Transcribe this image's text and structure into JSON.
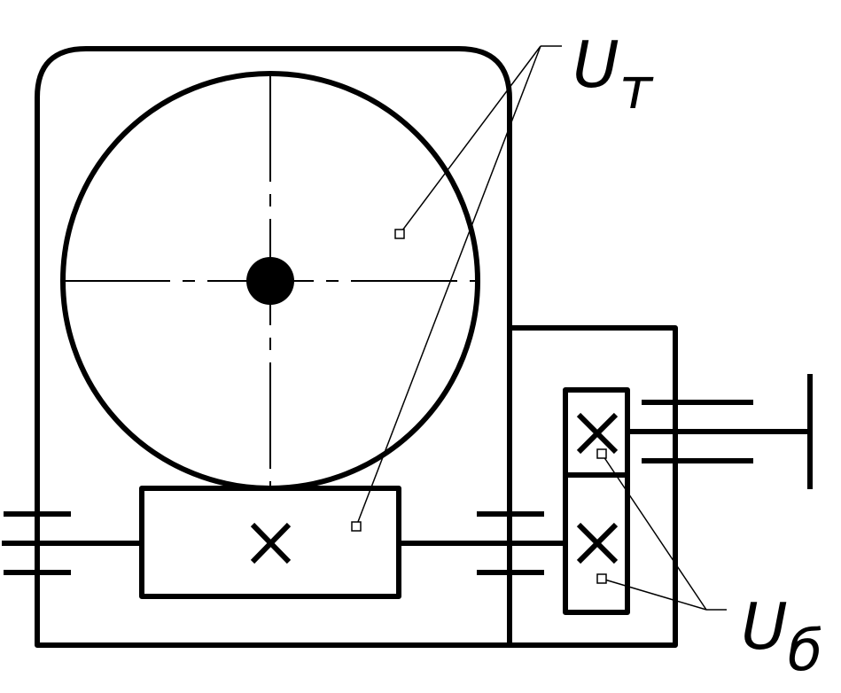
{
  "labels": {
    "u_t": {
      "main": "U",
      "sub": "т"
    },
    "u_b": {
      "main": "U",
      "sub": "б"
    }
  },
  "colors": {
    "stroke": "#000000",
    "background": "#ffffff"
  }
}
